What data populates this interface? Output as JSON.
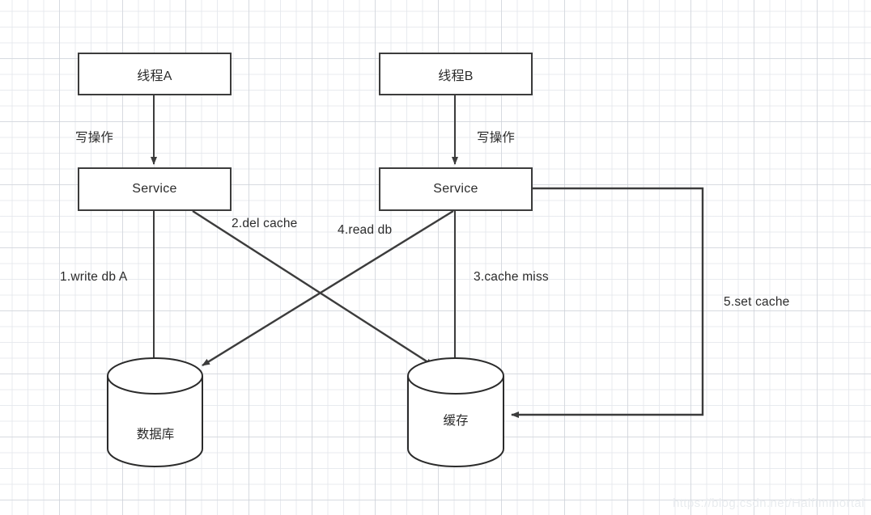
{
  "diagram": {
    "title": "cache-consistency-sequence-diagram",
    "stroke_color": "#3c3c3c",
    "text_color": "#2b2b2b",
    "background_color": "#ffffff",
    "grid_minor_color": "#e4e7ec",
    "grid_major_color": "#c8cdd4",
    "nodes": [
      {
        "id": "thread-a",
        "label": "线程A",
        "shape": "rect"
      },
      {
        "id": "thread-b",
        "label": "线程B",
        "shape": "rect"
      },
      {
        "id": "service-a",
        "label": "Service",
        "shape": "rect"
      },
      {
        "id": "service-b",
        "label": "Service",
        "shape": "rect"
      },
      {
        "id": "database",
        "label": "数据库",
        "shape": "cylinder"
      },
      {
        "id": "cache",
        "label": "缓存",
        "shape": "cylinder"
      }
    ],
    "edges": [
      {
        "id": "edge-write-a",
        "label": "写操作",
        "from": "thread-a",
        "to": "service-a"
      },
      {
        "id": "edge-write-b",
        "label": "写操作",
        "from": "thread-b",
        "to": "service-b"
      },
      {
        "id": "edge-1",
        "label": "1.write db A",
        "from": "service-a",
        "to": "database"
      },
      {
        "id": "edge-2",
        "label": "2.del cache",
        "from": "service-a",
        "to": "cache"
      },
      {
        "id": "edge-3",
        "label": "3.cache miss",
        "from": "service-b",
        "to": "cache"
      },
      {
        "id": "edge-4",
        "label": "4.read db",
        "from": "service-b",
        "to": "database"
      },
      {
        "id": "edge-5",
        "label": "5.set cache",
        "from": "service-b",
        "to": "cache"
      }
    ]
  },
  "watermark": {
    "text": "https://blog.csdn.net/HalfImmortal"
  }
}
